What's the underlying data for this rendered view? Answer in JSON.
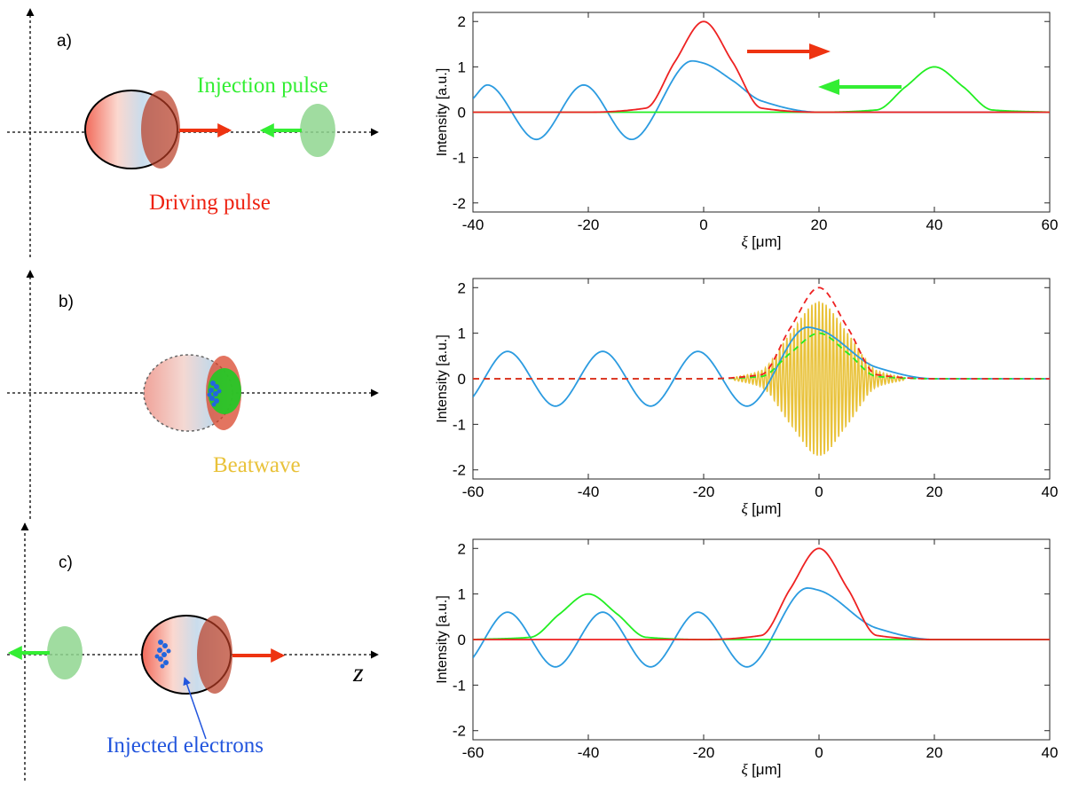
{
  "panels": [
    {
      "label": "a)",
      "annotations": {
        "injection": "Injection pulse",
        "driving": "Driving pulse"
      },
      "chart": {
        "xlim": [
          -40,
          60
        ],
        "xticks": [
          "-40",
          "-20",
          "0",
          "20",
          "40",
          "60"
        ]
      }
    },
    {
      "label": "b)",
      "annotations": {
        "beatwave": "Beatwave"
      },
      "chart": {
        "xlim": [
          -60,
          40
        ],
        "xticks": [
          "-60",
          "-40",
          "-20",
          "0",
          "20",
          "40"
        ]
      }
    },
    {
      "label": "c)",
      "annotations": {
        "injected": "Injected electrons",
        "zaxis": "z"
      },
      "chart": {
        "xlim": [
          -60,
          40
        ],
        "xticks": [
          "-60",
          "-40",
          "-20",
          "0",
          "20",
          "40"
        ]
      }
    }
  ],
  "axis": {
    "ylabel": "Intensity [a.u.]",
    "xlabel_symbol": "ξ",
    "xlabel_unit": "[μm]",
    "ylim": [
      -2.2,
      2.2
    ],
    "yticks": [
      "-2",
      "-1",
      "0",
      "1",
      "2"
    ]
  },
  "colors": {
    "red": "#ee2222",
    "green": "#22ee22",
    "blue": "#2b9be0",
    "beat": "#e9c23a",
    "injected": "#2255dd"
  },
  "chart_data": [
    {
      "type": "line",
      "xlim": [
        -40,
        60
      ],
      "ylim": [
        -2.2,
        2.2
      ],
      "series": [
        {
          "color": "red",
          "style": "solid",
          "x": [
            -40,
            -20,
            -10,
            -5,
            0,
            5,
            10,
            20,
            40,
            60
          ],
          "y": [
            0,
            0,
            0.09,
            1.11,
            2.0,
            1.11,
            0.09,
            0,
            0,
            0
          ]
        },
        {
          "color": "green",
          "style": "solid",
          "x": [
            -40,
            20,
            30,
            35,
            40,
            45,
            50,
            60
          ],
          "y": [
            0,
            0,
            0.05,
            0.56,
            1.0,
            0.56,
            0.05,
            0
          ]
        },
        {
          "color": "blue",
          "style": "solid",
          "x": [
            -40,
            -37.5,
            -29,
            -20.8,
            -12.5,
            -2,
            0,
            5,
            10,
            20,
            60
          ],
          "y": [
            0.3,
            0.6,
            -0.6,
            0.6,
            -0.6,
            1.13,
            1.08,
            0.7,
            0.25,
            0,
            0
          ]
        }
      ]
    },
    {
      "type": "line",
      "xlim": [
        -60,
        40
      ],
      "ylim": [
        -2.2,
        2.2
      ],
      "series": [
        {
          "color": "red",
          "style": "dashed",
          "x": [
            -60,
            -20,
            -10,
            -5,
            0,
            5,
            10,
            20,
            40
          ],
          "y": [
            0,
            0,
            0.09,
            1.11,
            2.0,
            1.11,
            0.09,
            0,
            0
          ]
        },
        {
          "color": "green",
          "style": "dashed",
          "x": [
            -60,
            -20,
            -10,
            -5,
            0,
            5,
            10,
            20,
            40
          ],
          "y": [
            0,
            0,
            0.05,
            0.56,
            1.0,
            0.56,
            0.05,
            0,
            0
          ]
        },
        {
          "color": "blue",
          "style": "solid",
          "x": [
            -60,
            -54,
            -45.7,
            -37.5,
            -29.2,
            -21,
            -12.5,
            -2,
            0,
            10,
            20,
            40
          ],
          "y": [
            -0.4,
            0.6,
            -0.6,
            0.6,
            -0.6,
            0.6,
            -0.6,
            1.13,
            1.08,
            0.25,
            0,
            0
          ]
        },
        {
          "color": "beat",
          "style": "oscillation",
          "x": [
            -15,
            -10,
            -5,
            0,
            5,
            10,
            15
          ],
          "y": [
            0.02,
            0.18,
            1.0,
            1.7,
            1.0,
            0.18,
            0.02
          ]
        }
      ]
    },
    {
      "type": "line",
      "xlim": [
        -60,
        40
      ],
      "ylim": [
        -2.2,
        2.2
      ],
      "series": [
        {
          "color": "red",
          "style": "solid",
          "x": [
            -60,
            -20,
            -10,
            -5,
            0,
            5,
            10,
            20,
            40
          ],
          "y": [
            0,
            0,
            0.09,
            1.11,
            2.0,
            1.11,
            0.09,
            0,
            0
          ]
        },
        {
          "color": "green",
          "style": "solid",
          "x": [
            -60,
            -50,
            -45,
            -40,
            -35,
            -30,
            -20,
            40
          ],
          "y": [
            0,
            0.05,
            0.56,
            1.0,
            0.56,
            0.05,
            0,
            0
          ]
        },
        {
          "color": "blue",
          "style": "solid",
          "x": [
            -60,
            -54,
            -45.7,
            -37.5,
            -29.2,
            -21,
            -12.5,
            -2,
            0,
            10,
            20,
            40
          ],
          "y": [
            -0.4,
            0.6,
            -0.6,
            0.6,
            -0.6,
            0.6,
            -0.6,
            1.13,
            1.08,
            0.25,
            0,
            0
          ]
        }
      ]
    }
  ]
}
